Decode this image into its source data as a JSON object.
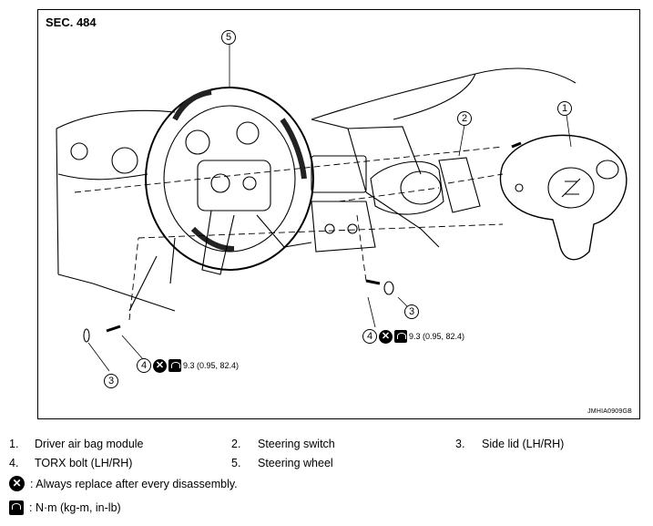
{
  "section": "SEC. 484",
  "image_code": "JMHIA0909GB",
  "callouts": [
    "1",
    "2",
    "3",
    "3",
    "4",
    "4",
    "5"
  ],
  "torque": {
    "part_a": "4",
    "spec_a": "9.3 (0.95, 82.4)",
    "part_b": "4",
    "spec_b": "9.3 (0.95, 82.4)"
  },
  "symbols": {
    "replace_icon": "circle-x-icon",
    "torque_icon": "torque-wrench-icon"
  },
  "legend": {
    "item1_num": "1.",
    "item1_text": "Driver air bag module",
    "item2_num": "2.",
    "item2_text": "Steering switch",
    "item3_num": "3.",
    "item3_text": "Side lid (LH/RH)",
    "item4_num": "4.",
    "item4_text": "TORX bolt (LH/RH)",
    "item5_num": "5.",
    "item5_text": "Steering wheel",
    "replace_note": ": Always replace after every disassembly.",
    "torque_note": ": N·m (kg-m, in-lb)"
  }
}
